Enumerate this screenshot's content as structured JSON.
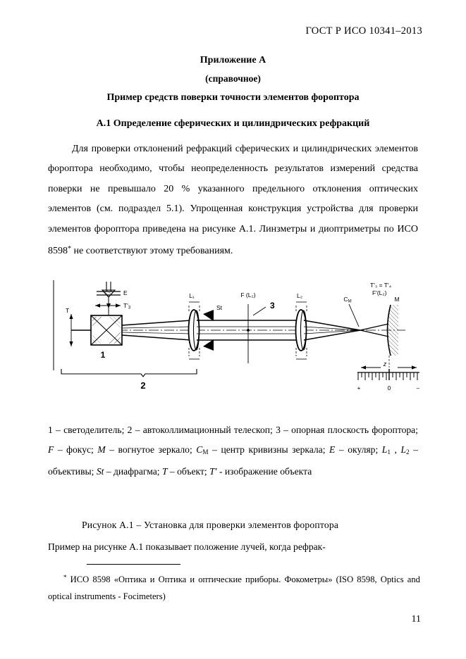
{
  "document": {
    "header": "ГОСТ Р ИСО 10341–2013",
    "page_number": "11"
  },
  "annex": {
    "title": "Приложение А",
    "kind": "(справочное)",
    "name": "Пример средств поверки точности элементов фороптора",
    "section_heading": "А.1 Определение сферических и цилиндрических рефракций"
  },
  "paragraphs": {
    "p1": "Для проверки отклонений рефракций сферических и цилиндрических элементов фороптора необходимо, чтобы неопределенность результатов измерений средства поверки не превышало 20 % указанного предельного отклонения оптических элементов (см. подраздел 5.1). Упрощенная конструкция устройства для проверки элементов фороптора приведена на рисунке А.1. Линзметры и диоптриметры по ИСО 8598",
    "p1_tail": " не соответствуют этому требованиям.",
    "p1_footnote_marker": "*",
    "after_figure": "Пример на рисунке А.1 показывает положение лучей, когда рефрак-"
  },
  "figure": {
    "legend_line1_pre": "1 – светоделитель; 2 – автоколлимационный телескоп; 3 – опорная плоскость фороптора; ",
    "legend_F": "F",
    "legend_after_F": " – фокус; ",
    "legend_M": "M",
    "legend_after_M": " – вогнутое зеркало; ",
    "legend_CM": "C",
    "legend_CM_sub": "M",
    "legend_after_CM": " – центр кривизны зеркала; ",
    "legend_E": "E",
    "legend_after_E": " – окуляр; ",
    "legend_L1": "L",
    "legend_L1_sub": "1",
    "legend_L_sep": " , ",
    "legend_L2": "L",
    "legend_L2_sub": "2",
    "legend_after_L": " – объективы; ",
    "legend_St": "St",
    "legend_after_St": " – диафрагма; ",
    "legend_T": "T",
    "legend_after_T": " – объект; ",
    "legend_Tprime": "T'",
    "legend_after_Tprime": " - изображение объекта",
    "caption": "Рисунок А.1 – Установка для проверки элементов фороптора",
    "labels": {
      "eyepiece": "E",
      "object": "T",
      "object_image": "T'",
      "splitter_number": "1",
      "telescope_number": "2",
      "lens1": "L₁",
      "diaphragm": "St",
      "focus_l2": "F (L₂)",
      "reference_plane_number": "3",
      "lens2": "L₂",
      "image_eq_top": "T'₃ = T'₄",
      "image_eq_bottom": "F'(L₂)",
      "center_curvature": "C",
      "center_curvature_sub": "M",
      "mirror": "M",
      "scale_variable": "z",
      "scale_plus": "+",
      "scale_zero": "0",
      "scale_minus": "–"
    }
  },
  "footnote": {
    "marker": "*",
    "text": "ИСО 8598 «Оптика и Оптика и оптические приборы. Фокометры» (ISO 8598, Optics and optical instruments - Focimeters)"
  },
  "colors": {
    "ink": "#000000",
    "paper": "#ffffff"
  }
}
